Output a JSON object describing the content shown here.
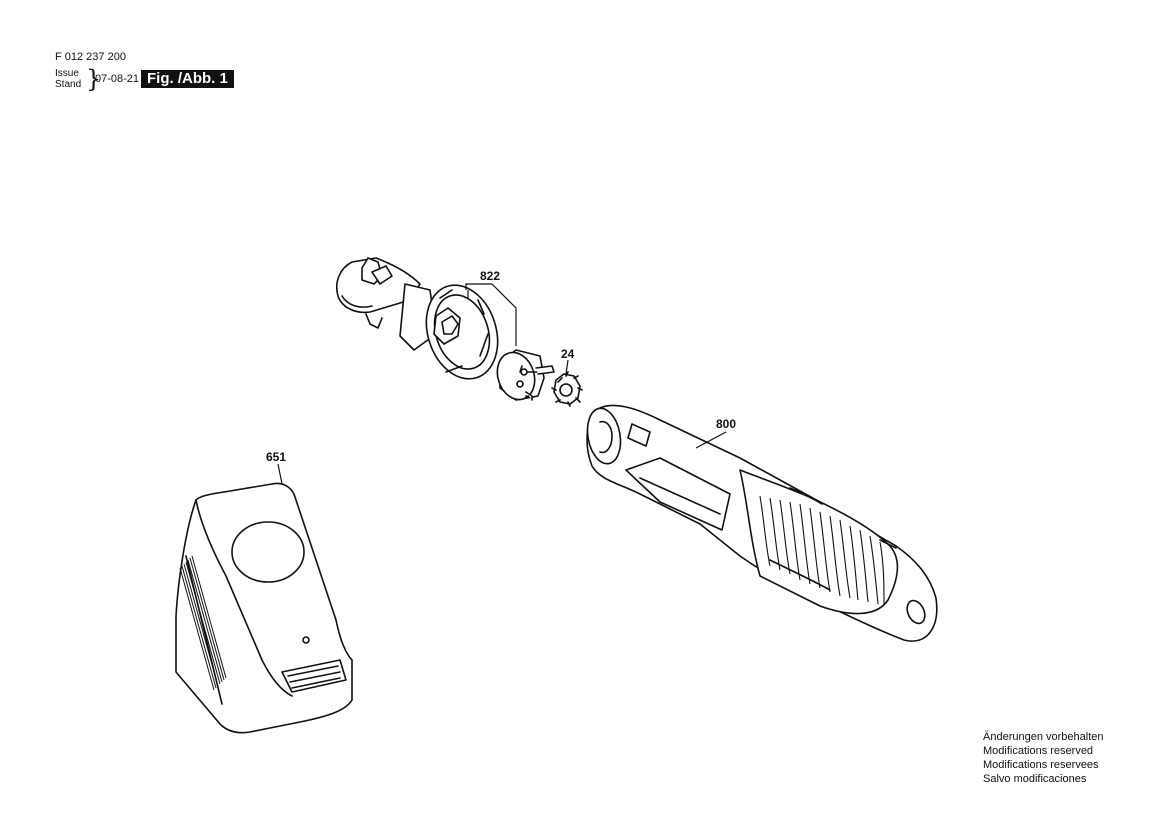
{
  "header": {
    "part_number": "F 012 237 200",
    "issue_label": "Issue",
    "stand_label": "Stand",
    "issue_date": "07-08-21",
    "figure_label": "Fig. /Abb. 1"
  },
  "callouts": {
    "ratchet_head": "822",
    "gear": "24",
    "tool_body": "800",
    "charger": "651"
  },
  "footer": {
    "lines": [
      "Änderungen vorbehalten",
      "Modifications reserved",
      "Modifications reservees",
      "Salvo modificaciones"
    ]
  }
}
